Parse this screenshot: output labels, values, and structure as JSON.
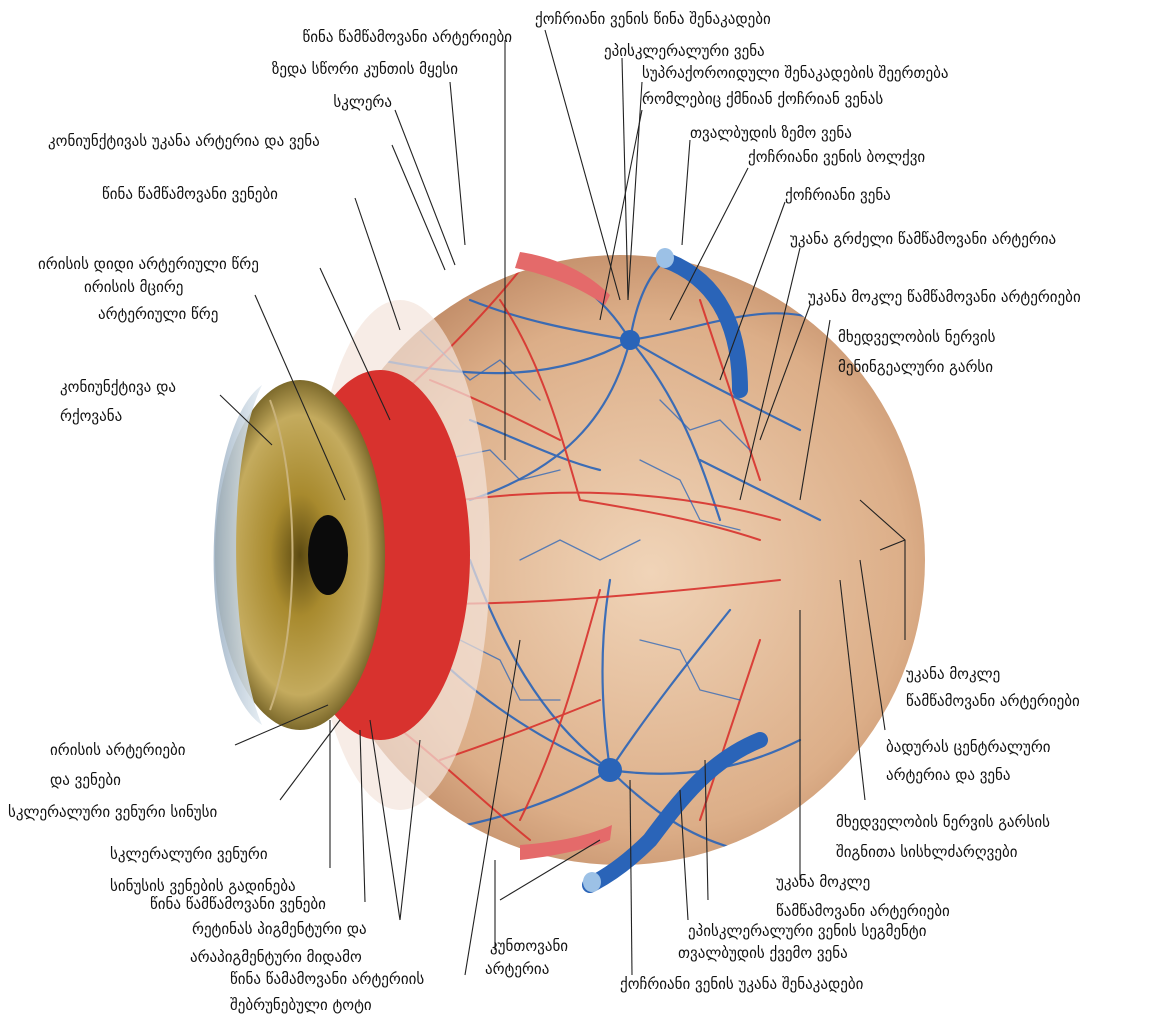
{
  "colors": {
    "artery": "#d8322e",
    "vein": "#2a64b8",
    "sclera": "#d6a57e",
    "iris": "#a88a2e",
    "leader": "#222222"
  },
  "labels": {
    "top_left": [
      "წინა წამწამოვანი არტერიები",
      "ზედა სწორი კუნთის მყესი",
      "სკლერა",
      "კონიუნქტივას უკანა არტერია და ვენა",
      "წინა წამწამოვანი ვენები",
      "ირისის დიდი არტერიული წრე",
      "ირისის მცირე",
      "არტერიული წრე",
      "კონიუნქტივა და",
      "რქოვანა"
    ],
    "top_right": [
      "ქოჩრიანი ვენის წინა შენაკადები",
      "ეპისკლერალური ვენა",
      "სუპრაქოროიდული შენაკადების შეერთება",
      "რომლებიც ქმნიან ქოჩრიან ვენას",
      "თვალბუდის ზემო ვენა",
      "ქოჩრიანი ვენის ბოლქვი",
      "ქოჩრიანი ვენა",
      "უკანა გრძელი წამწამოვანი არტერია",
      "უკანა მოკლე წამწამოვანი არტერიები",
      "მხედველობის ნერვის",
      "მენინგეალური გარსი"
    ],
    "bottom_right": [
      "უკანა მოკლე",
      "წამწამოვანი არტერიები",
      "ბადურას ცენტრალური",
      "არტერია და ვენა",
      "მხედველობის ნერვის გარსის",
      "შიგნითა სისხლძარღვები",
      "უკანა მოკლე",
      "წამწამოვანი არტერიები",
      "ეპისკლერალური ვენის სეგმენტი",
      "თვალბუდის ქვემო ვენა",
      "ქოჩრიანი ვენის უკანა შენაკადები"
    ],
    "bottom_left": [
      "ირისის არტერიები",
      "და ვენები",
      "სკლერალური ვენური სინუსი",
      "სკლერალური ვენური",
      "სინუსის ვენების გადინება",
      "წინა წამწამოვანი ვენები",
      "რეტინას პიგმენტური და",
      "არაპიგმენტური მიდამო",
      "წინა წამამოვანი არტერიის",
      "შებრუნებული ტოტი",
      "კუნთოვანი",
      "არტერია"
    ]
  }
}
